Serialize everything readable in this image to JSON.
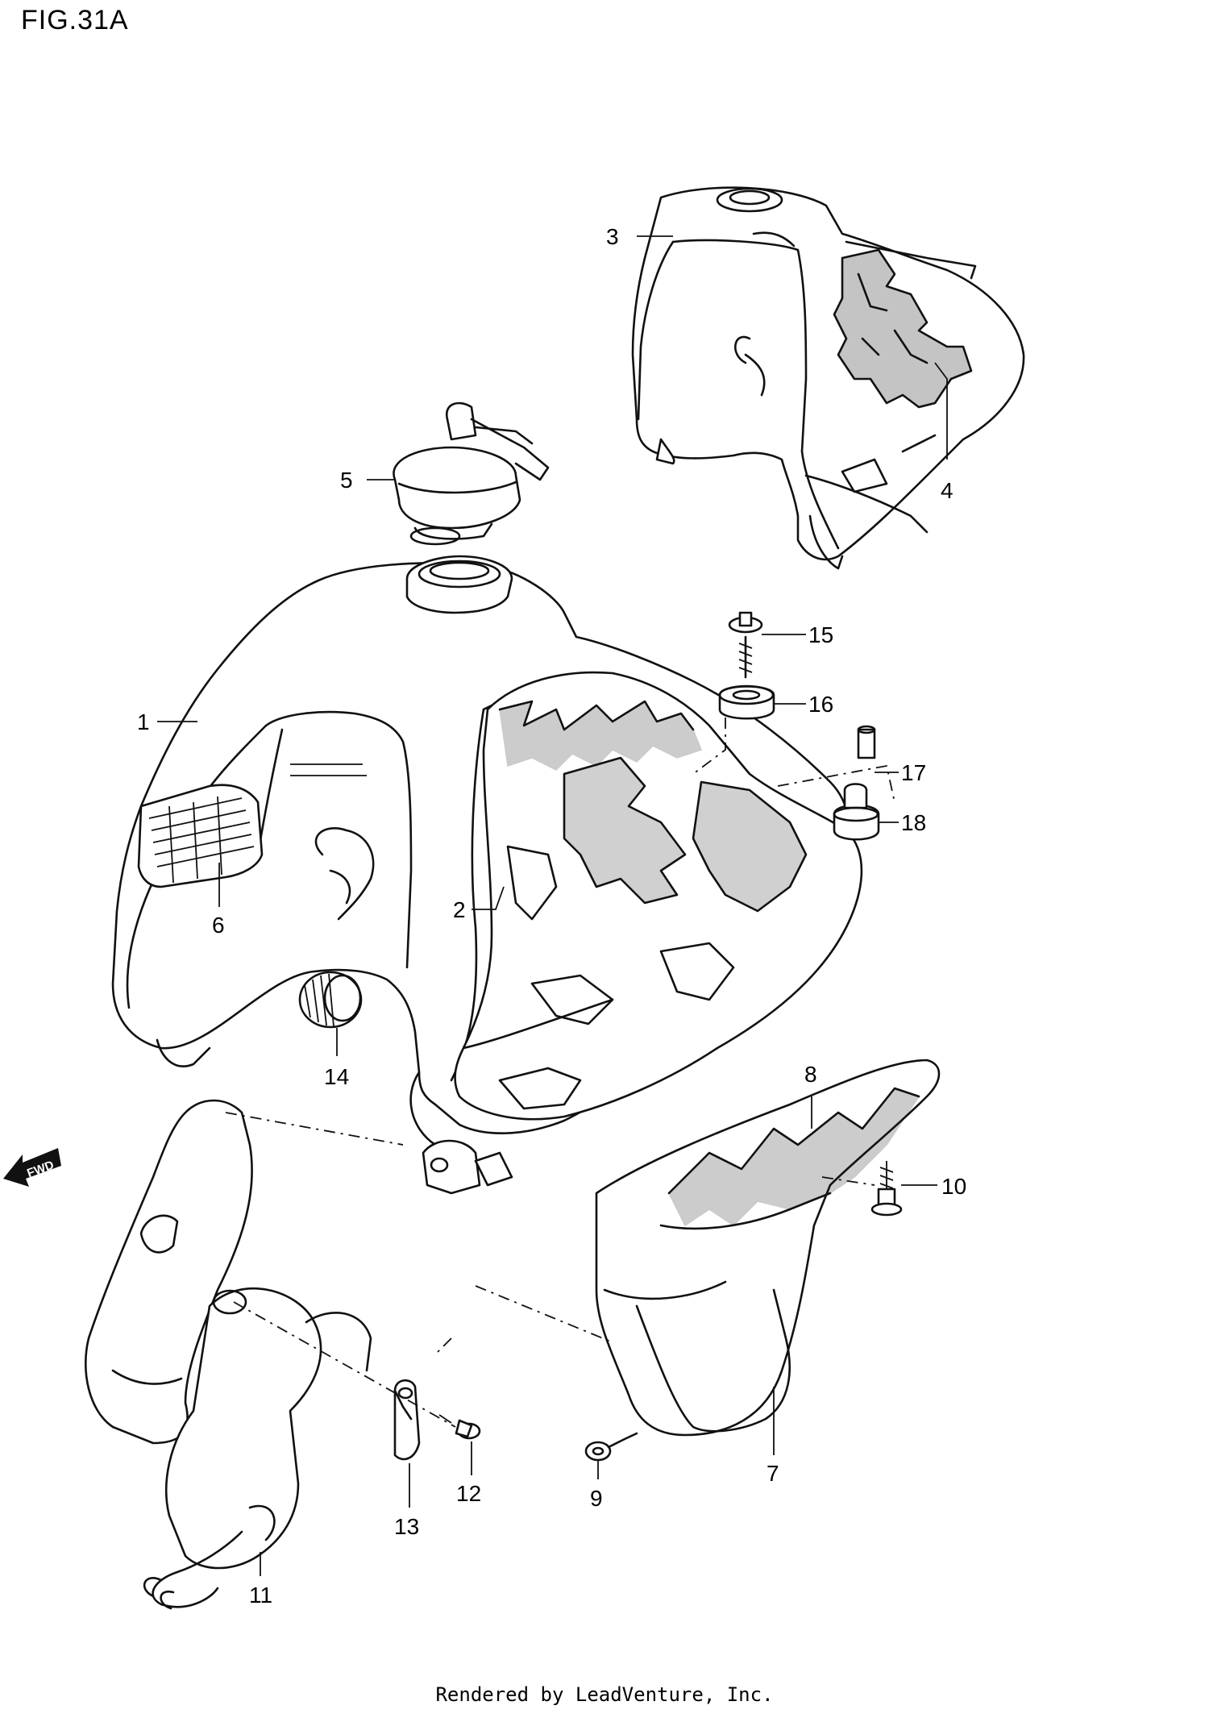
{
  "figure": {
    "title": "FIG.31A"
  },
  "footer": {
    "text": "Rendered by LeadVenture, Inc."
  },
  "direction_marker": {
    "label": "FWD"
  },
  "callouts": [
    {
      "id": "1",
      "label": "1"
    },
    {
      "id": "2",
      "label": "2"
    },
    {
      "id": "3",
      "label": "3"
    },
    {
      "id": "4",
      "label": "4"
    },
    {
      "id": "5",
      "label": "5"
    },
    {
      "id": "6",
      "label": "6"
    },
    {
      "id": "7",
      "label": "7"
    },
    {
      "id": "8",
      "label": "8"
    },
    {
      "id": "9",
      "label": "9"
    },
    {
      "id": "10",
      "label": "10"
    },
    {
      "id": "11",
      "label": "11"
    },
    {
      "id": "12",
      "label": "12"
    },
    {
      "id": "13",
      "label": "13"
    },
    {
      "id": "14",
      "label": "14"
    },
    {
      "id": "15",
      "label": "15"
    },
    {
      "id": "16",
      "label": "16"
    },
    {
      "id": "17",
      "label": "17"
    },
    {
      "id": "18",
      "label": "18"
    }
  ]
}
